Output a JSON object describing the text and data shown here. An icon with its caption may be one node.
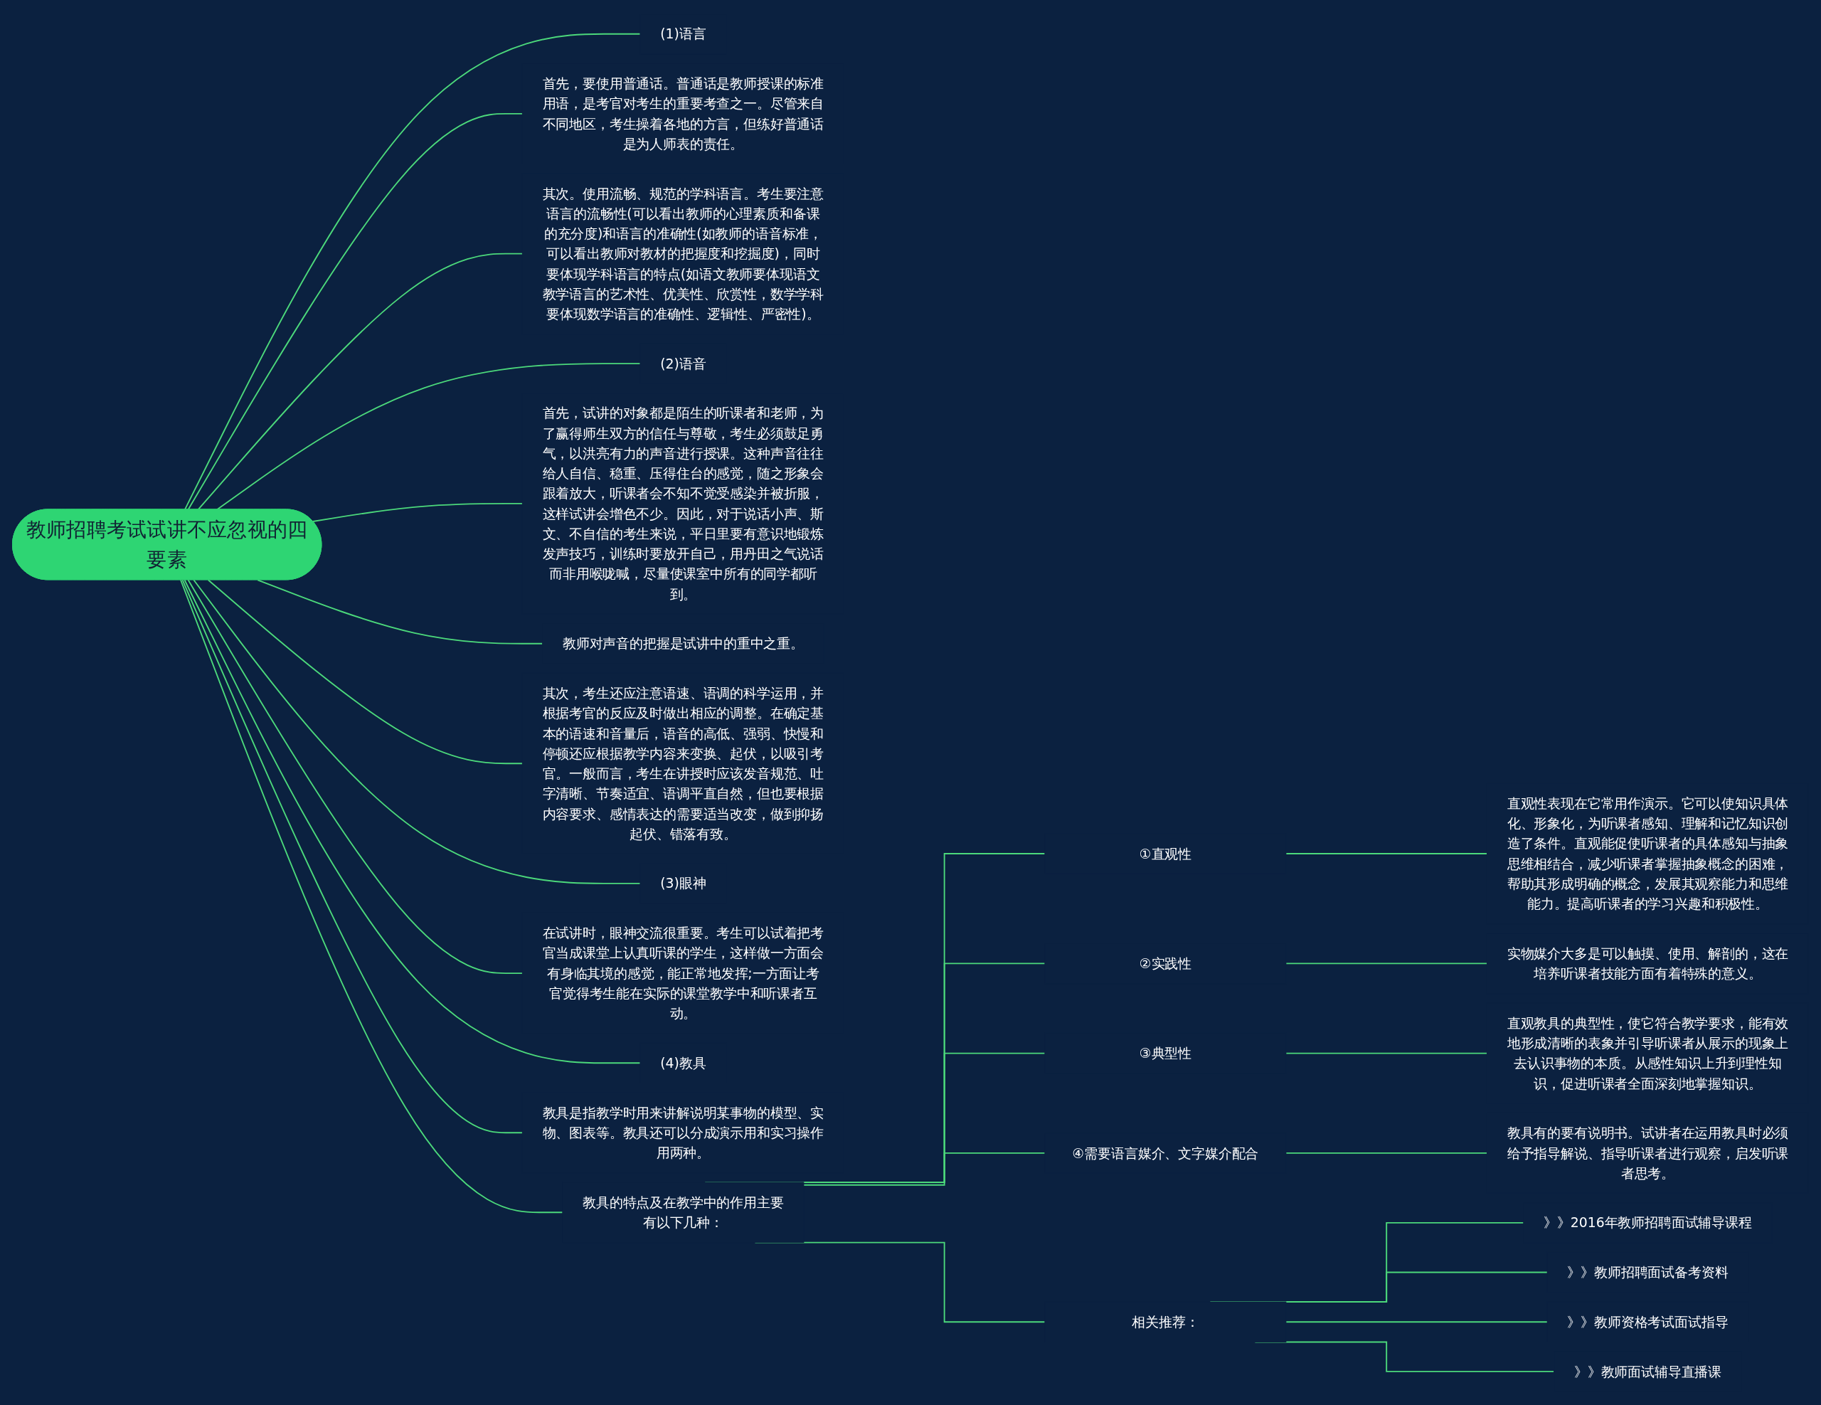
{
  "diagram": {
    "nodes": [
      {
        "text": [
          "教师招聘考试试讲不应忽视的四要素"
        ]
      },
      {
        "text": [
          "(1)语言"
        ]
      },
      {
        "text": [
          "首先，要使用普通话。普通话是教师授课的标准用语，是考官对考生的重要考查之一。尽管来自不同地区，考生操着各地的方言，但练好普通话是为人师表的责任。"
        ]
      },
      {
        "text": [
          "其次。使用流畅、规范的学科语言。考生要注意语言的流畅性(可以看出教师的心理素质和备课的充分度)和语言的准确性(如教师的语音标准，可以看出教师对教材的把握度和挖掘度)，同时要体现学科语言的特点(如语文教师要体现语文教学语言的艺术性、优美性、欣赏性，数学学科要体现数学语言的准确性、逻辑性、严密性)。"
        ]
      },
      {
        "text": [
          "(2)语音"
        ]
      },
      {
        "text": [
          "首先，试讲的对象都是陌生的听课者和老师，为了赢得师生双方的信任与尊敬，考生必须鼓足勇气，以洪亮有力的声音进行授课。这种声音往往给人自信、稳重、压得住台的感觉，随之形象会跟着放大，听课者会不知不觉受感染并被折服，这样试讲会增色不少。因此，对于说话小声、斯文、不自信的考生来说，平日里要有意识地锻炼发声技巧，训练时要放开自己，用丹田之气说话而非用喉咙喊，尽量使课室中所有的同学都听到。"
        ]
      },
      {
        "text": [
          "教师对声音的把握是试讲中的重中之重。"
        ]
      },
      {
        "text": [
          "其次，考生还应注意语速、语调的科学运用，并根据考官的反应及时做出相应的调整。在确定基本的语速和音量后，语音的高低、强弱、快慢和停顿还应根据教学内容来变换、起伏，以吸引考官。一般而言，考生在讲授时应该发音规范、吐字清晰、节奏适宜、语调平直自然，但也要根据内容要求、感情表达的需要适当改变，做到抑扬起伏、错落有致。"
        ]
      },
      {
        "text": [
          "(3)眼神"
        ]
      },
      {
        "text": [
          "在试讲时，眼神交流很重要。考生可以试着把考官当成课堂上认真听课的学生，这样做一方面会有身临其境的感觉，能正常地发挥;一方面让考官觉得考生能在实际的课堂教学中和听课者互动。"
        ]
      },
      {
        "text": [
          "(4)教具"
        ]
      },
      {
        "text": [
          "教具是指教学时用来讲解说明某事物的模型、实物、图表等。教具还可以分成演示用和实习操作用两种。"
        ]
      },
      {
        "text": [
          "教具的特点及在教学中的作用主要有以下几种："
        ]
      },
      {
        "text": [
          "①直观性"
        ]
      },
      {
        "text": [
          "直观性表现在它常用作演示。它可以使知识具体化、形象化，为听课者感知、理解和记忆知识创造了条件。直观能促使听课者的具体感知与抽象思维相结合，减少听课者掌握抽象概念的困难，帮助其形成明确的概念，发展其观察能力和思维能力。提高听课者的学习兴趣和积极性。"
        ]
      },
      {
        "text": [
          "②实践性"
        ]
      },
      {
        "text": [
          "实物媒介大多是可以触摸、使用、解剖的，这在培养听课者技能方面有着特殊的意义。"
        ]
      },
      {
        "text": [
          "③典型性"
        ]
      },
      {
        "text": [
          "直观教具的典型性，使它符合教学要求，能有效地形成清晰的表象并引导听课者从展示的现象上去认识事物的本质。从感性知识上升到理性知识，促进听课者全面深刻地掌握知识。"
        ]
      },
      {
        "text": [
          "④需要语言媒介、文字媒介配合"
        ]
      },
      {
        "text": [
          "教具有的要有说明书。试讲者在运用教具时必须给予指导解说、指导听课者进行观察，启发听课者思考。"
        ]
      },
      {
        "text": [
          "相关推荐："
        ]
      },
      {
        "text": [
          "》》2016年教师招聘面试辅导课程"
        ]
      },
      {
        "text": [
          "》》教师招聘面试备考资料"
        ]
      },
      {
        "text": [
          "》》教师资格考试面试指导"
        ]
      },
      {
        "text": [
          "》》教师面试辅导直播课"
        ]
      }
    ],
    "edges": [
      {
        "from": 0,
        "to": 1,
        "arrow": "none"
      },
      {
        "from": 0,
        "to": 2,
        "arrow": "none"
      },
      {
        "from": 0,
        "to": 3,
        "arrow": "none"
      },
      {
        "from": 0,
        "to": 4,
        "arrow": "none"
      },
      {
        "from": 0,
        "to": 5,
        "arrow": "none"
      },
      {
        "from": 0,
        "to": 6,
        "arrow": "none"
      },
      {
        "from": 0,
        "to": 7,
        "arrow": "none"
      },
      {
        "from": 0,
        "to": 8,
        "arrow": "none"
      },
      {
        "from": 0,
        "to": 9,
        "arrow": "none"
      },
      {
        "from": 0,
        "to": 10,
        "arrow": "none"
      },
      {
        "from": 0,
        "to": 11,
        "arrow": "none"
      },
      {
        "from": 0,
        "to": 12,
        "arrow": "none"
      },
      {
        "from": 12,
        "to": 13,
        "arrow": "none"
      },
      {
        "from": 13,
        "to": 14,
        "arrow": "none"
      },
      {
        "from": 12,
        "to": 15,
        "arrow": "none"
      },
      {
        "from": 15,
        "to": 16,
        "arrow": "none"
      },
      {
        "from": 12,
        "to": 17,
        "arrow": "none"
      },
      {
        "from": 17,
        "to": 18,
        "arrow": "none"
      },
      {
        "from": 12,
        "to": 19,
        "arrow": "none"
      },
      {
        "from": 19,
        "to": 20,
        "arrow": "none"
      },
      {
        "from": 12,
        "to": 21,
        "arrow": "none"
      },
      {
        "from": 21,
        "to": 22,
        "arrow": "none"
      },
      {
        "from": 21,
        "to": 23,
        "arrow": "none"
      },
      {
        "from": 21,
        "to": 24,
        "arrow": "none"
      },
      {
        "from": 21,
        "to": 25,
        "arrow": "none"
      }
    ]
  }
}
